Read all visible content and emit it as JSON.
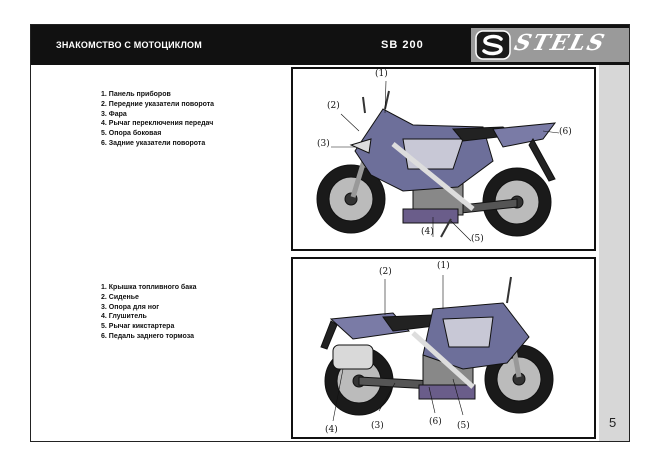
{
  "header": {
    "title": "ЗНАКОМСТВО С МОТОЦИКЛОМ",
    "model": "SB 200",
    "logo_text": "STELS"
  },
  "top_list": [
    "1. Панель приборов",
    "2. Передние указатели поворота",
    "3. Фара",
    "4. Рычаг переключения передач",
    "5. Опора боковая",
    "6. Задние указатели поворота"
  ],
  "bottom_list": [
    "1. Крышка топливного бака",
    "2. Сиденье",
    "3. Опора для ног",
    "4. Глушитель",
    "5. Рычаг кикстартера",
    "6. Педаль заднего тормоза"
  ],
  "top_callouts": [
    "(1)",
    "(2)",
    "(3)",
    "(4)",
    "(5)",
    "(6)"
  ],
  "bottom_callouts": [
    "(1)",
    "(2)",
    "(3)",
    "(4)",
    "(5)",
    "(6)"
  ],
  "page_number": "5",
  "colors": {
    "header": "#111111",
    "strip": "#d7d7d7",
    "logo_bg": "#9a9a9a"
  }
}
